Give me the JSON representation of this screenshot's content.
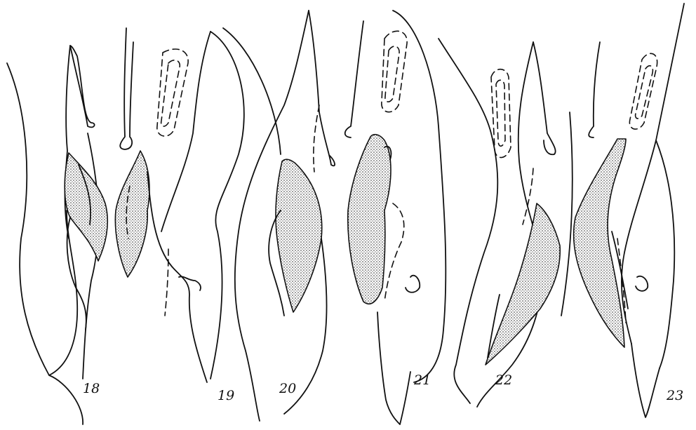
{
  "figures": [
    {
      "label": "18"
    },
    {
      "label": "19"
    },
    {
      "label": "20"
    },
    {
      "label": "21"
    },
    {
      "label": "22"
    },
    {
      "label": "23"
    }
  ]
}
